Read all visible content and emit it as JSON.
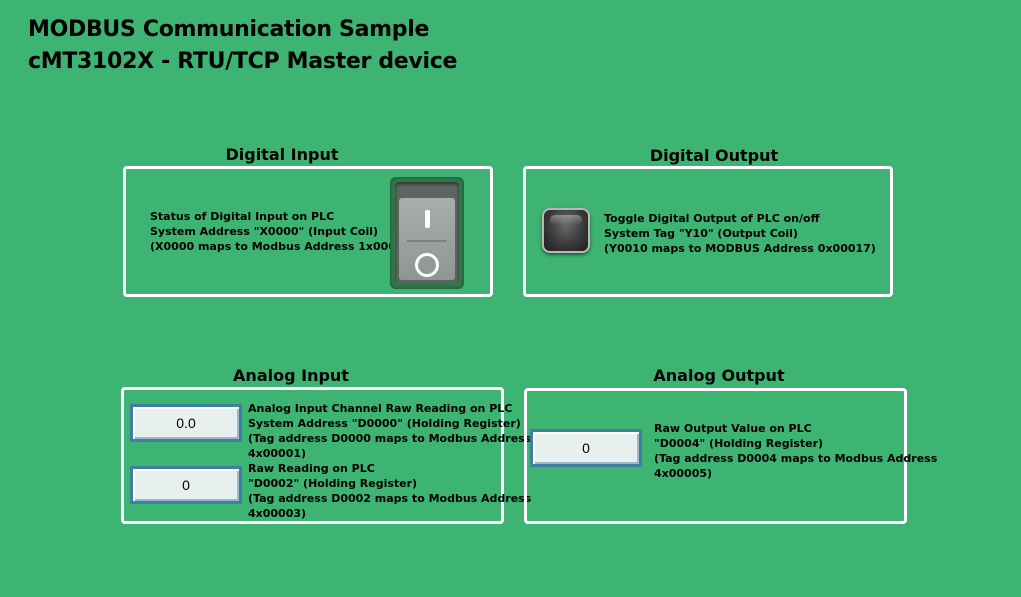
{
  "header": {
    "title_line1": "MODBUS Communication Sample",
    "title_line2": "cMT3102X - RTU/TCP Master device"
  },
  "digital_input": {
    "title": "Digital Input",
    "lines": [
      "Status of Digital Input on PLC",
      "System Address \"X0000\" (Input Coil)",
      "(X0000 maps to Modbus Address 1x00001)"
    ],
    "switch_state": "off"
  },
  "digital_output": {
    "title": "Digital Output",
    "lines": [
      "Toggle Digital Output of PLC on/off",
      "System Tag \"Y10\" (Output Coil)",
      "(Y0010 maps to MODBUS Address 0x00017)"
    ]
  },
  "analog_input": {
    "title": "Analog Input",
    "field1_value": "0.0",
    "field1_lines": [
      "Analog Input Channel Raw Reading on PLC",
      "System Address \"D0000\" (Holding Register)",
      "(Tag address D0000 maps to Modbus Address",
      "4x00001)"
    ],
    "field2_value": "0",
    "field2_lines": [
      "Raw Reading on PLC",
      "\"D0002\" (Holding Register)",
      "(Tag address D0002 maps to Modbus Address",
      "4x00003)"
    ]
  },
  "analog_output": {
    "title": "Analog Output",
    "field_value": "0",
    "lines": [
      "Raw Output Value on PLC",
      "\"D0004\" (Holding Register)",
      "(Tag address D0004 maps to Modbus Address",
      "4x00005)"
    ]
  },
  "colors": {
    "background": "#3db471",
    "panel_border": "#ffffff",
    "field_border": "#3e7fa3"
  }
}
